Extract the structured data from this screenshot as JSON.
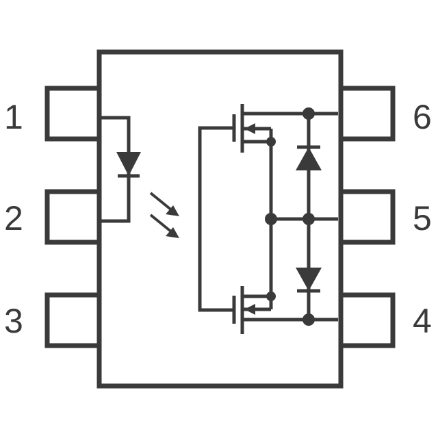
{
  "pins": {
    "p1": "1",
    "p2": "2",
    "p3": "3",
    "p4": "4",
    "p5": "5",
    "p6": "6"
  },
  "colors": {
    "ink": "#3a3a3a",
    "background": "#ffffff"
  }
}
